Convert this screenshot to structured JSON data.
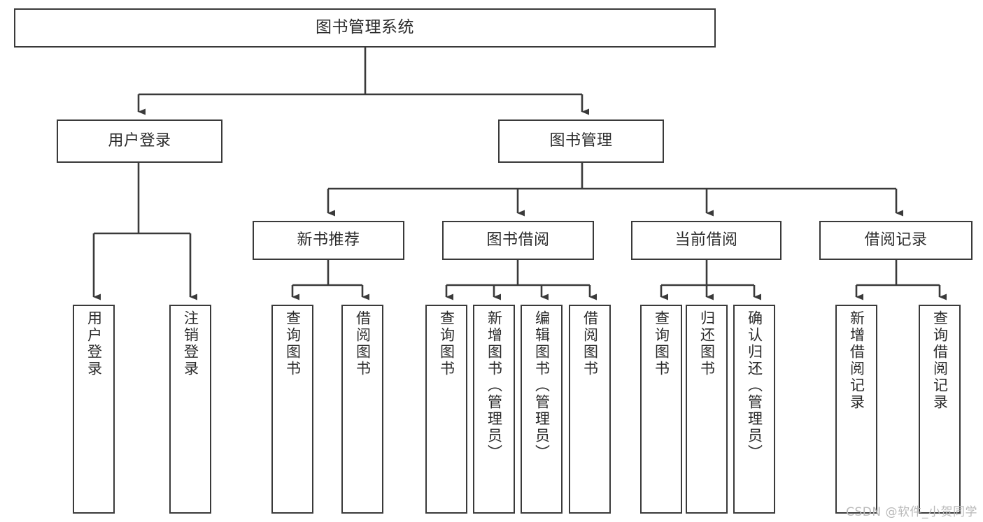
{
  "diagram": {
    "title": "图书管理系统",
    "type": "tree-hierarchy",
    "watermark": "CSDN @软件_小贺同学",
    "colors": {
      "stroke": "#3a3a3a",
      "fill": "#ffffff",
      "text": "#2b2b2b",
      "watermark": "#b9b9b9"
    },
    "nodes": {
      "root": {
        "label": "图书管理系统"
      },
      "level1": [
        {
          "label": "用户登录"
        },
        {
          "label": "图书管理"
        }
      ],
      "level2": [
        {
          "label": "新书推荐"
        },
        {
          "label": "图书借阅"
        },
        {
          "label": "当前借阅"
        },
        {
          "label": "借阅记录"
        }
      ],
      "leaves": {
        "user_login": [
          {
            "label": "用户登录"
          },
          {
            "label": "注销登录"
          }
        ],
        "new_book": [
          {
            "label": "查询图书"
          },
          {
            "label": "借阅图书"
          }
        ],
        "book_borrow": [
          {
            "label": "查询图书"
          },
          {
            "label": "新增图书（管理员）"
          },
          {
            "label": "编辑图书（管理员）"
          },
          {
            "label": "借阅图书"
          }
        ],
        "current_borrow": [
          {
            "label": "查询图书"
          },
          {
            "label": "归还图书"
          },
          {
            "label": "确认归还（管理员）"
          }
        ],
        "borrow_record": [
          {
            "label": "新增借阅记录"
          },
          {
            "label": "查询借阅记录"
          }
        ]
      }
    }
  }
}
